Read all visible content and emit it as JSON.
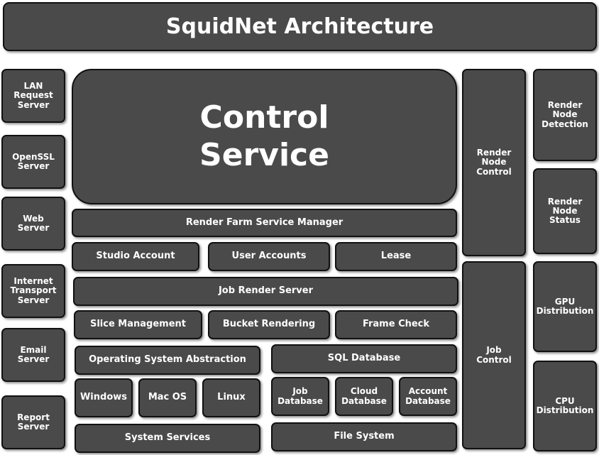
{
  "title": "SquidNet Architecture",
  "left_column": {
    "lan_request_server": "LAN\nRequest\nServer",
    "openssl_server": "OpenSSL\nServer",
    "web_server": "Web\nServer",
    "internet_transport_server": "Internet\nTransport\nServer",
    "email_server": "Email\nServer",
    "report_server": "Report\nServer"
  },
  "center": {
    "control_service": "Control\nService",
    "render_farm_service_manager": "Render Farm Service Manager",
    "studio_account": "Studio Account",
    "user_accounts": "User Accounts",
    "lease": "Lease",
    "job_render_server": "Job Render Server",
    "slice_management": "Slice Management",
    "bucket_rendering": "Bucket Rendering",
    "frame_check": "Frame Check",
    "operating_system_abstraction": "Operating System Abstraction",
    "sql_database": "SQL Database",
    "windows": "Windows",
    "mac_os": "Mac OS",
    "linux": "Linux",
    "job_database": "Job\nDatabase",
    "cloud_database": "Cloud\nDatabase",
    "account_database": "Account\nDatabase",
    "system_services": "System Services",
    "file_system": "File System"
  },
  "right_columns": {
    "render_node_control": "Render\nNode\nControl",
    "job_control": "Job\nControl",
    "render_node_detection": "Render\nNode\nDetection",
    "render_node_status": "Render\nNode\nStatus",
    "gpu_distribution": "GPU\nDistribution",
    "cpu_distribution": "CPU\nDistribution"
  },
  "colors": {
    "box_fill": "#4a4a4a",
    "box_border": "#111111",
    "text": "#ffffff"
  }
}
